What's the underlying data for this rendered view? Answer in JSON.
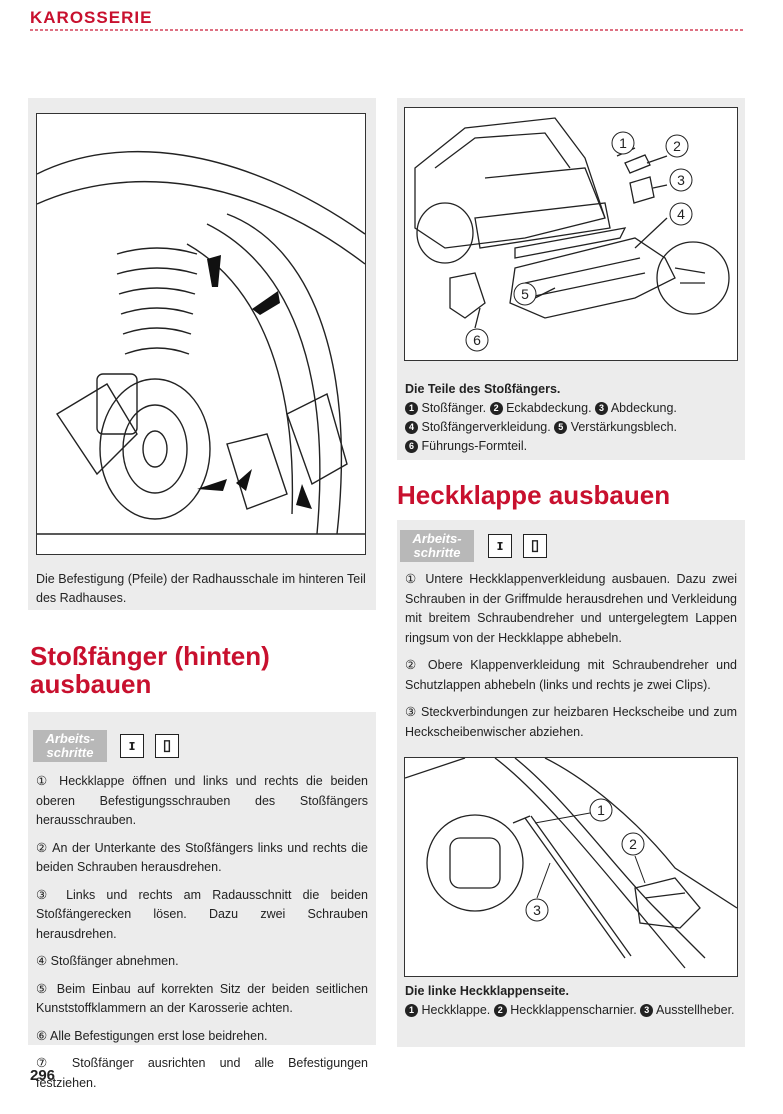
{
  "header": {
    "section": "KAROSSERIE"
  },
  "figure_left": {
    "caption": "Die Befestigung (Pfeile) der Radhausschale im hinteren Teil des Radhauses."
  },
  "section_bumper": {
    "title_line1": "Stoßfänger (hinten)",
    "title_line2": "ausbauen",
    "badge_line1": "Arbeits-",
    "badge_line2": "schritte",
    "steps": [
      "① Heckklappe öffnen und links und rechts die beiden oberen Befestigungsschrauben des Stoßfängers herausschrauben.",
      "② An der Unterkante des Stoßfängers links und rechts die beiden Schrauben herausdrehen.",
      "③ Links und rechts am Radausschnitt die beiden Stoßfängerecken lösen. Dazu zwei Schrauben herausdrehen.",
      "④ Stoßfänger abnehmen.",
      "⑤ Beim Einbau auf korrekten Sitz der beiden seitlichen Kunststoffklammern an der Karosserie achten.",
      "⑥ Alle Befestigungen erst lose beidrehen.",
      "⑦ Stoßfänger ausrichten und alle Befestigungen festziehen."
    ]
  },
  "figure_bumper_parts": {
    "callouts": [
      "1",
      "2",
      "3",
      "4",
      "5",
      "6"
    ],
    "caption_title": "Die Teile des Stoßfängers.",
    "caption_items": [
      {
        "n": "1",
        "text": "Stoßfänger."
      },
      {
        "n": "2",
        "text": "Eckabdeckung."
      },
      {
        "n": "3",
        "text": "Abdeckung."
      },
      {
        "n": "4",
        "text": "Stoßfängerverkleidung."
      },
      {
        "n": "5",
        "text": "Verstärkungsblech."
      },
      {
        "n": "6",
        "text": "Führungs-Formteil."
      }
    ]
  },
  "section_tailgate": {
    "title": "Heckklappe ausbauen",
    "badge_line1": "Arbeits-",
    "badge_line2": "schritte",
    "steps": [
      "① Untere Heckklappenverkleidung ausbauen. Dazu zwei Schrauben in der Griffmulde herausdrehen und Verkleidung mit breitem Schraubendreher und untergelegtem Lappen ringsum von der Heckklappe abhebeln.",
      "② Obere Klappenverkleidung mit Schraubendreher und Schutzlappen abhebeln (links und rechts je zwei Clips).",
      "③ Steckverbindungen zur heizbaren Heckscheibe und zum Heckscheibenwischer abziehen."
    ]
  },
  "figure_tailgate": {
    "callouts": [
      "1",
      "2",
      "3"
    ],
    "caption_title": "Die linke Heckklappenseite.",
    "caption_items": [
      {
        "n": "1",
        "text": "Heckklappe."
      },
      {
        "n": "2",
        "text": "Heckklappenscharnier."
      },
      {
        "n": "3",
        "text": "Ausstellheber."
      }
    ]
  },
  "footer": {
    "page_number": "296"
  }
}
